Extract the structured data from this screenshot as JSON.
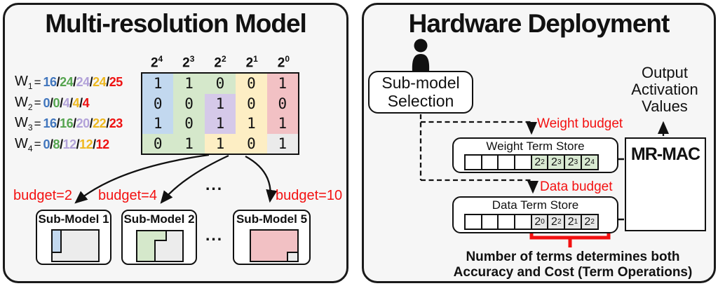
{
  "palette": {
    "panel_bg": "#f6f6f6",
    "accent_red": "#f31111",
    "cell_blue": "#c2d8ef",
    "cell_green": "#d5e8cb",
    "cell_purple": "#d5c9e9",
    "cell_yellow": "#fdeec4",
    "cell_pink": "#f2c1c4",
    "cell_gray": "#ebebeb",
    "text_blue": "#4176bd",
    "text_green": "#55a44f",
    "text_purple": "#b2a2d9",
    "text_yellow": "#eeb820",
    "text_red": "#ee1111",
    "store_green": "#d9ead2",
    "store_gray": "#e8e8e8"
  },
  "left": {
    "title": "Multi-resolution Model",
    "col_headers": [
      {
        "base": "2",
        "exp": "4"
      },
      {
        "base": "2",
        "exp": "3"
      },
      {
        "base": "2",
        "exp": "2"
      },
      {
        "base": "2",
        "exp": "1"
      },
      {
        "base": "2",
        "exp": "0"
      }
    ],
    "weights": [
      {
        "name": "W",
        "sub": "1",
        "eq": "=",
        "parts": [
          {
            "t": "16",
            "c": "text_blue"
          },
          {
            "t": "24",
            "c": "text_green"
          },
          {
            "t": "24",
            "c": "text_purple"
          },
          {
            "t": "24",
            "c": "text_yellow"
          },
          {
            "t": "25",
            "c": "text_red"
          }
        ]
      },
      {
        "name": "W",
        "sub": "2",
        "eq": "=",
        "parts": [
          {
            "t": "0",
            "c": "text_blue"
          },
          {
            "t": "0",
            "c": "text_green"
          },
          {
            "t": "4",
            "c": "text_purple"
          },
          {
            "t": "4",
            "c": "text_yellow"
          },
          {
            "t": "4",
            "c": "text_red"
          }
        ]
      },
      {
        "name": "W",
        "sub": "3",
        "eq": "=",
        "parts": [
          {
            "t": "16",
            "c": "text_blue"
          },
          {
            "t": "16",
            "c": "text_green"
          },
          {
            "t": "20",
            "c": "text_purple"
          },
          {
            "t": "22",
            "c": "text_yellow"
          },
          {
            "t": "23",
            "c": "text_red"
          }
        ]
      },
      {
        "name": "W",
        "sub": "4",
        "eq": "=",
        "parts": [
          {
            "t": "0",
            "c": "text_blue"
          },
          {
            "t": "8",
            "c": "text_green"
          },
          {
            "t": "12",
            "c": "text_purple"
          },
          {
            "t": "12",
            "c": "text_yellow"
          },
          {
            "t": "12",
            "c": "text_red"
          }
        ]
      }
    ],
    "matrix": {
      "bits": [
        [
          "1",
          "1",
          "0",
          "0",
          "1"
        ],
        [
          "0",
          "0",
          "1",
          "0",
          "0"
        ],
        [
          "1",
          "0",
          "1",
          "1",
          "1"
        ],
        [
          "0",
          "1",
          "1",
          "0",
          "1"
        ]
      ],
      "cell_colors": [
        [
          "cell_blue",
          "cell_green",
          "cell_green",
          "cell_yellow",
          "cell_pink"
        ],
        [
          "cell_blue",
          "cell_green",
          "cell_purple",
          "cell_yellow",
          "cell_pink"
        ],
        [
          "cell_blue",
          "cell_green",
          "cell_purple",
          "cell_yellow",
          "cell_pink"
        ],
        [
          "cell_green",
          "cell_green",
          "cell_yellow",
          "cell_yellow",
          "cell_gray"
        ]
      ]
    },
    "budgets": [
      {
        "label": "budget=2"
      },
      {
        "label": "budget=4"
      },
      {
        "label": "budget=10"
      }
    ],
    "dots": "...",
    "submodels": [
      {
        "title": "Sub-Model 1"
      },
      {
        "title": "Sub-Model 2"
      },
      {
        "title": "Sub-Model 5"
      }
    ]
  },
  "right": {
    "title": "Hardware Deployment",
    "selection": {
      "line1": "Sub-model",
      "line2": "Selection"
    },
    "weight_budget_label": "Weight budget",
    "data_budget_label": "Data budget",
    "weight_store": {
      "label": "Weight Term Store",
      "cells": [
        {
          "base": "",
          "exp": ""
        },
        {
          "base": "",
          "exp": ""
        },
        {
          "base": "",
          "exp": ""
        },
        {
          "base": "",
          "exp": ""
        },
        {
          "base": "2",
          "exp": "2"
        },
        {
          "base": "2",
          "exp": "3"
        },
        {
          "base": "2",
          "exp": "3"
        },
        {
          "base": "2",
          "exp": "4"
        }
      ]
    },
    "data_store": {
      "label": "Data Term Store",
      "cells": [
        {
          "base": "",
          "exp": ""
        },
        {
          "base": "",
          "exp": ""
        },
        {
          "base": "",
          "exp": ""
        },
        {
          "base": "",
          "exp": ""
        },
        {
          "base": "2",
          "exp": "0"
        },
        {
          "base": "2",
          "exp": "2"
        },
        {
          "base": "2",
          "exp": "1"
        },
        {
          "base": "2",
          "exp": "2"
        }
      ]
    },
    "mrmac_label": "MR-MAC",
    "output_lines": [
      "Output",
      "Activation",
      "Values"
    ],
    "caption_line1": "Number of terms determines both",
    "caption_line2": "Accuracy and Cost (Term Operations)"
  }
}
